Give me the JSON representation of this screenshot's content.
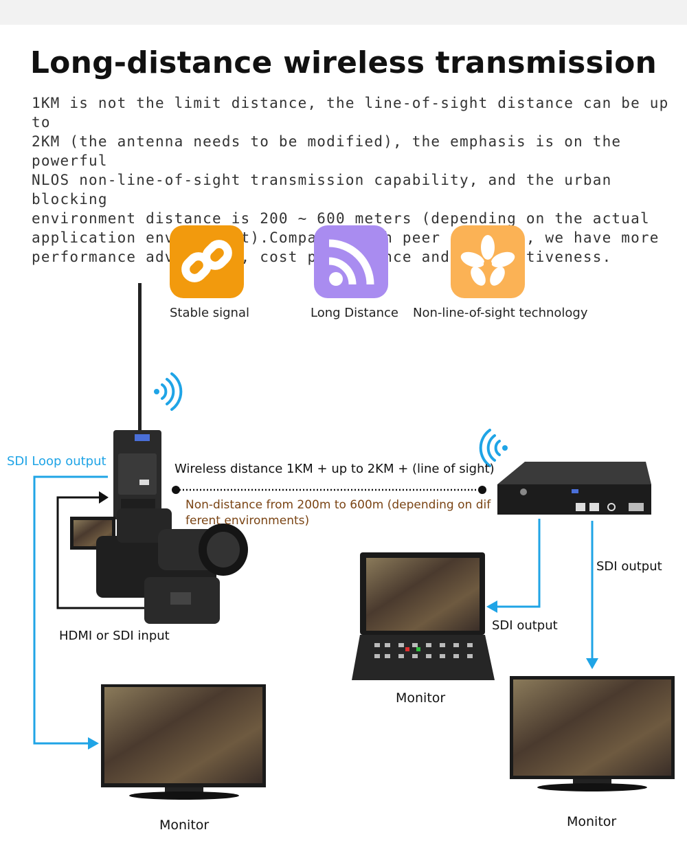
{
  "header": {
    "title": "Long-distance wireless transmission",
    "paragraph": "    1KM is not the limit distance, the line-of-sight distance can be up to\n2KM (the antenna needs to be modified), the emphasis is on the powerful\nNLOS non-line-of-sight transmission capability, and the urban blocking\n environment distance is 200 ~ 600 meters (depending on the actual\napplication environment).Compared with peer products, we have more\nperformance advantages, cost performance and competitiveness."
  },
  "features": [
    {
      "label": "Stable signal",
      "icon": "link-icon",
      "color": "#f29a0d"
    },
    {
      "label": "Long Distance",
      "icon": "rss-icon",
      "color": "#a98cf0"
    },
    {
      "label": "Non-line-of-sight technology",
      "icon": "flower-icon",
      "color": "#fbb255"
    }
  ],
  "diagram": {
    "sdi_loop_output": "SDI Loop output",
    "wireless_distance": "Wireless distance 1KM + up to 2KM + (line of sight)",
    "non_distance": "Non-distance from 200m to 600m (depending on dif ferent environments)",
    "hdmi_sdi_input": "HDMI or SDI input",
    "sdi_output_right": "SDI output",
    "sdi_output_center": "SDI output",
    "monitor_left": "Monitor",
    "monitor_center": "Monitor",
    "monitor_right": "Monitor",
    "colors": {
      "blue": "#1fa4e6",
      "brown": "#7a4414",
      "black": "#111111"
    }
  }
}
